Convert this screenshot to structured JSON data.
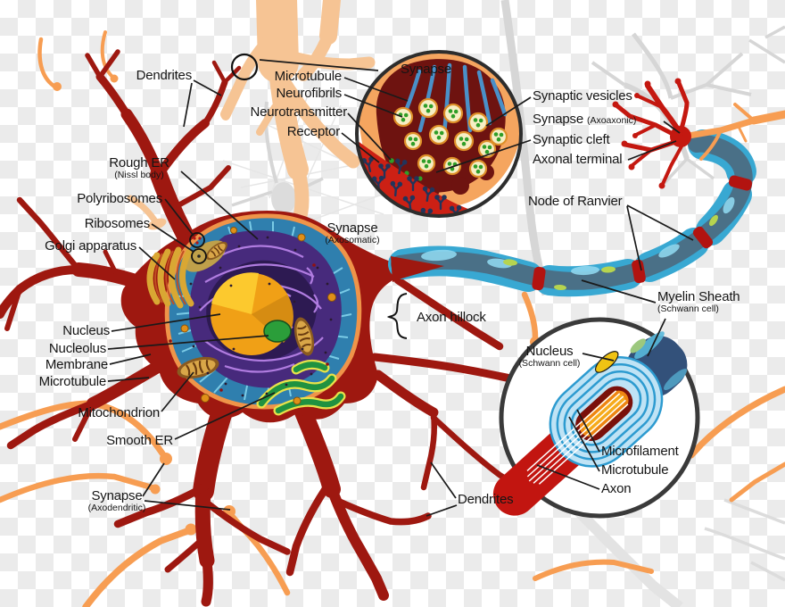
{
  "labels": {
    "dendrites_top": "Dendrites",
    "microtubule_top": "Microtubule",
    "neurofibrils": "Neurofibrils",
    "neurotransmitter": "Neurotransmitter",
    "receptor": "Receptor",
    "synapse_inset": "Synapse",
    "synaptic_vesicles": "Synaptic vesicles",
    "synapse_axoaxonic_main": "Synapse",
    "synapse_axoaxonic_sub": "(Axoaxonic)",
    "synaptic_cleft": "Synaptic cleft",
    "axonal_terminal": "Axonal terminal",
    "node_of_ranvier": "Node of Ranvier",
    "myelin_sheath_main": "Myelin Sheath",
    "myelin_sheath_sub": "(Schwann cell)",
    "rough_er_main": "Rough ER",
    "rough_er_sub": "(Nissl body)",
    "polyribosomes": "Polyribosomes",
    "ribosomes": "Ribosomes",
    "golgi_apparatus": "Golgi apparatus",
    "nucleus": "Nucleus",
    "nucleolus": "Nucleolus",
    "membrane": "Membrane",
    "microtubule_soma": "Microtubule",
    "mitochondrion": "Mitochondrion",
    "smooth_er": "Smooth ER",
    "synapse_axosomatic_main": "Synapse",
    "synapse_axosomatic_sub": "(Axosomatic)",
    "axon_hillock": "Axon hillock",
    "synapse_axodendritic_main": "Synapse",
    "synapse_axodendritic_sub": "(Axodendritic)",
    "dendrites_bottom": "Dendrites",
    "nucleus_schwann_main": "Nucleus",
    "nucleus_schwann_sub": "(Schwann cell)",
    "microfilament": "Microfilament",
    "microtubule_inset": "Microtubule",
    "axon_inset": "Axon"
  },
  "colors": {
    "neuron_dark_red": "#9e1810",
    "bright_red": "#c41810",
    "node_red": "#b21310",
    "peach_neuron": "#f6c494",
    "orange_neuron": "#f79d52",
    "myelin_blue": "#38a8d2",
    "axon_core_blue": "#4a7087",
    "cytoplasm_blue": "#2f7fae",
    "membrane_orange": "#ef9449",
    "er_purple": "#472a7c",
    "er_line_violet": "#b07ce0",
    "nucleus_gold": "#f0a016",
    "nucleolus_green": "#2b9e3a",
    "smooth_er_green": "#1f9240",
    "mito_brown": "#b5782c",
    "terminal_maroon": "#6e1310",
    "receptor_navy": "#22345a",
    "vesicle_cream": "#f6eec4",
    "schwann_tube_blue": "#33517a",
    "label_text": "#151515",
    "background_checker": "#ebebeb"
  }
}
